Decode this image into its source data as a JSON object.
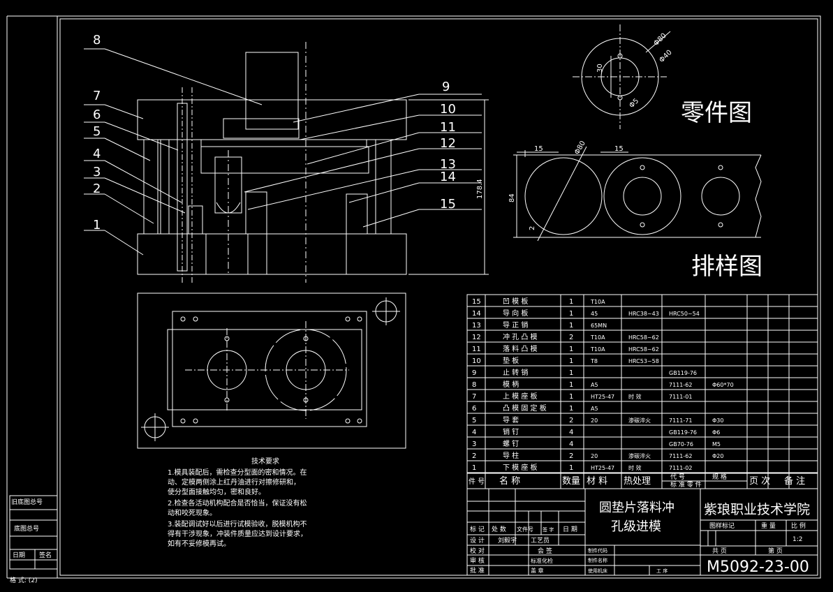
{
  "part_numbers": [
    "1",
    "2",
    "3",
    "4",
    "5",
    "6",
    "7",
    "8",
    "9",
    "10",
    "11",
    "12",
    "13",
    "14",
    "15"
  ],
  "dimension_height": "178.4",
  "part_drawing": {
    "title": "零件图",
    "dim_outer": "Φ80",
    "dim_inner": "Φ40",
    "dim_hole": "Φ5",
    "dim_30": "30"
  },
  "layout_drawing": {
    "title": "排样图",
    "dim_15a": "15",
    "dim_15b": "15",
    "dim_phi80": "Φ80",
    "dim_84": "84",
    "dim_2": "2"
  },
  "technical_requirements": {
    "title": "技术要求",
    "lines": [
      "1.模具装配后，需检查分型面的密和情况。在",
      "动、定模两侧涂上红丹油进行对擦修研和，",
      "使分型面接触均匀，密和良好。",
      "2.检查各活动机构配合是否恰当，保证没有松",
      "动和咬死现象。",
      "3.装配调试好以后进行试模验收，脱模机构不",
      "得有干涉现象，冲装件质量应达到设计要求，",
      "如有不妥修模再试。"
    ]
  },
  "bom": {
    "rows": [
      {
        "no": "15",
        "name": "凹 模 板",
        "qty": "1",
        "mat": "T10A",
        "heat": "",
        "code": "",
        "spec": ""
      },
      {
        "no": "14",
        "name": "导 向 板",
        "qty": "1",
        "mat": "45",
        "heat": "HRC38~43",
        "code": "HRC50~54",
        "spec": ""
      },
      {
        "no": "13",
        "name": "导 正 销",
        "qty": "1",
        "mat": "65MN",
        "heat": "",
        "code": "",
        "spec": ""
      },
      {
        "no": "12",
        "name": "冲 孔 凸 模",
        "qty": "2",
        "mat": "T10A",
        "heat": "HRC58~62",
        "code": "",
        "spec": ""
      },
      {
        "no": "11",
        "name": "落 料 凸 模",
        "qty": "1",
        "mat": "T10A",
        "heat": "HRC58~62",
        "code": "",
        "spec": ""
      },
      {
        "no": "10",
        "name": "垫 板",
        "qty": "1",
        "mat": "T8",
        "heat": "HRC53~58",
        "code": "",
        "spec": ""
      },
      {
        "no": "9",
        "name": "止 转 销",
        "qty": "1",
        "mat": "",
        "heat": "",
        "code": "GB119-76",
        "spec": ""
      },
      {
        "no": "8",
        "name": "模 柄",
        "qty": "1",
        "mat": "A5",
        "heat": "",
        "code": "7111-62",
        "spec": "Φ60*70"
      },
      {
        "no": "7",
        "name": "上 模 座 板",
        "qty": "1",
        "mat": "HT25-47",
        "heat": "时 效",
        "code": "7111-01",
        "spec": ""
      },
      {
        "no": "6",
        "name": "凸 模 固 定 板",
        "qty": "1",
        "mat": "A5",
        "heat": "",
        "code": "",
        "spec": ""
      },
      {
        "no": "5",
        "name": "导 套",
        "qty": "2",
        "mat": "20",
        "heat": "渗碳淬火",
        "code": "7111-71",
        "spec": "Φ30"
      },
      {
        "no": "4",
        "name": "销 钉",
        "qty": "4",
        "mat": "",
        "heat": "",
        "code": "GB119-76",
        "spec": "Φ6"
      },
      {
        "no": "3",
        "name": "螺 钉",
        "qty": "4",
        "mat": "",
        "heat": "",
        "code": "GB70-76",
        "spec": "M5"
      },
      {
        "no": "2",
        "name": "导 柱",
        "qty": "2",
        "mat": "20",
        "heat": "渗碳淬火",
        "code": "7111-62",
        "spec": "Φ20"
      },
      {
        "no": "1",
        "name": "下 模 座 板",
        "qty": "1",
        "mat": "HT25-47",
        "heat": "时 效",
        "code": "7111-02",
        "spec": ""
      }
    ],
    "header": {
      "no": "件 号",
      "name": "名      称",
      "qty": "数量",
      "mat": "材 料",
      "heat": "热处理",
      "code_top": "代      号",
      "code_bottom": "标   准   零   件",
      "spec_top": "规    格",
      "page": "页 次",
      "note": "备 注"
    }
  },
  "title_block": {
    "drawing_title_1": "圆垫片落料冲",
    "drawing_title_2": "孔级进模",
    "school": "紫琅职业技术学院",
    "drawing_number": "M5092-23-00",
    "scale": "1:2",
    "labels": {
      "mark": "标 记",
      "count": "处 数",
      "file": "文件号",
      "sign": "签 字",
      "date": "日  期",
      "design": "设  计",
      "designer": "刘毅宇",
      "craft": "工艺员",
      "proof": "校  对",
      "countersign": "会  签",
      "review": "审  核",
      "standard": "标准化检",
      "approve": "批  准",
      "seal": "盖  章",
      "code": "制件代码",
      "name": "制件名称",
      "machine": "使用机床",
      "process": "工  序",
      "mark2": "图样标记",
      "weight": "重  量",
      "ratio": "比  例",
      "total": "共      页",
      "page": "第      页"
    }
  },
  "left_strip": {
    "old_base": "旧底图总号",
    "base": "底图总号",
    "date": "日期",
    "sign": "签名",
    "format": "格 式: (2)"
  }
}
